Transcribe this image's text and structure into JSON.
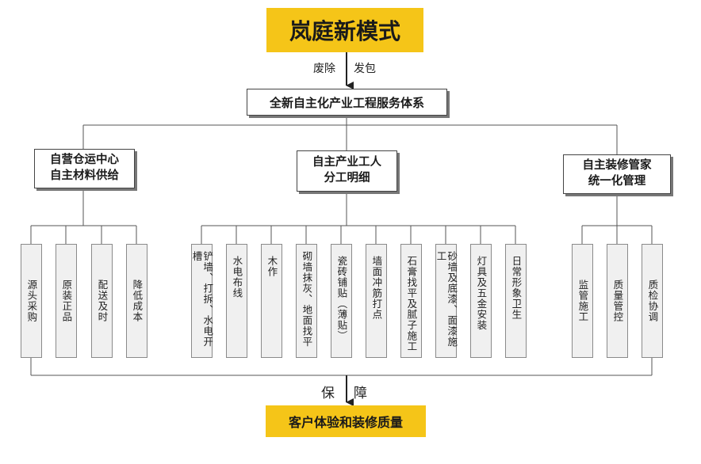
{
  "title": "岚庭新模式",
  "arrow_label_left": "废除",
  "arrow_label_right": "发包",
  "system_title": "全新自主化产业工程服务体系",
  "branches": [
    {
      "line1": "自营仓运中心",
      "line2": "自主材料供给",
      "items": [
        "源头采购",
        "原装正品",
        "配送及时",
        "降低成本"
      ]
    },
    {
      "line1": "自主产业工人",
      "line2": "分工明细",
      "items": [
        "铲墙、打拆、水电开槽",
        "水电布线",
        "木作",
        "砌墙抹灰、地面找平",
        "瓷砖铺贴（薄贴）",
        "墙面冲筋打点",
        "石膏找平及腻子施工",
        "砂墙及底漆、面漆施工",
        "灯具及五金安装",
        "日常形象卫生"
      ]
    },
    {
      "line1": "自主装修管家",
      "line2": "统一化管理",
      "items": [
        "监管施工",
        "质量管控",
        "质检协调"
      ]
    }
  ],
  "bottom_label_left": "保",
  "bottom_label_right": "障",
  "footer": "客户体验和装修质量",
  "colors": {
    "accent": "#f5c518",
    "line": "#555555",
    "leaf_bg": "#f0f0f0"
  }
}
